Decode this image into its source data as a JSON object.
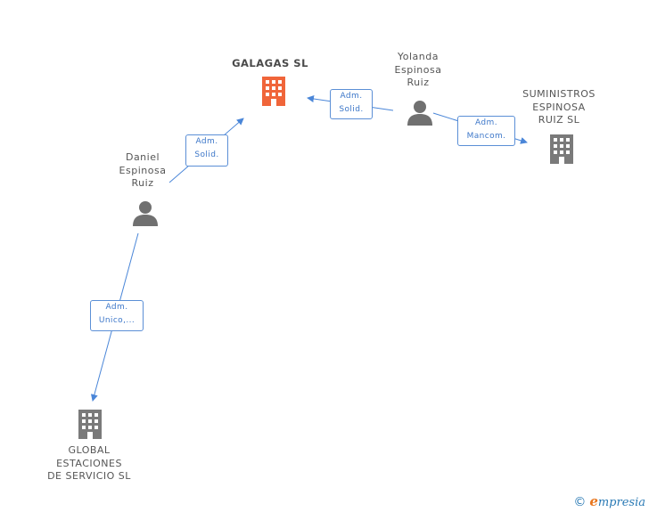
{
  "colors": {
    "edge": "#4a86d8",
    "company_main": "#f0653a",
    "company": "#7a7a7a",
    "person": "#707070"
  },
  "nodes": {
    "galagas": {
      "lines": [
        "GALAGAS SL"
      ]
    },
    "yolanda": {
      "lines": [
        "Yolanda",
        "Espinosa",
        "Ruiz"
      ]
    },
    "daniel": {
      "lines": [
        "Daniel",
        "Espinosa",
        "Ruiz"
      ]
    },
    "suministros": {
      "lines": [
        "SUMINISTROS",
        "ESPINOSA",
        "RUIZ SL"
      ]
    },
    "global": {
      "lines": [
        "GLOBAL",
        "ESTACIONES",
        "DE SERVICIO SL"
      ]
    }
  },
  "relations": {
    "yolanda_galagas": [
      "Adm.",
      "Solid."
    ],
    "daniel_galagas": [
      "Adm.",
      "Solid."
    ],
    "yolanda_suministros": [
      "Adm.",
      "Mancom."
    ],
    "daniel_global": [
      "Adm.",
      "Unico,..."
    ]
  },
  "footer": {
    "copyright": "©",
    "brand_initial": "e",
    "brand_rest": "mpresia"
  }
}
